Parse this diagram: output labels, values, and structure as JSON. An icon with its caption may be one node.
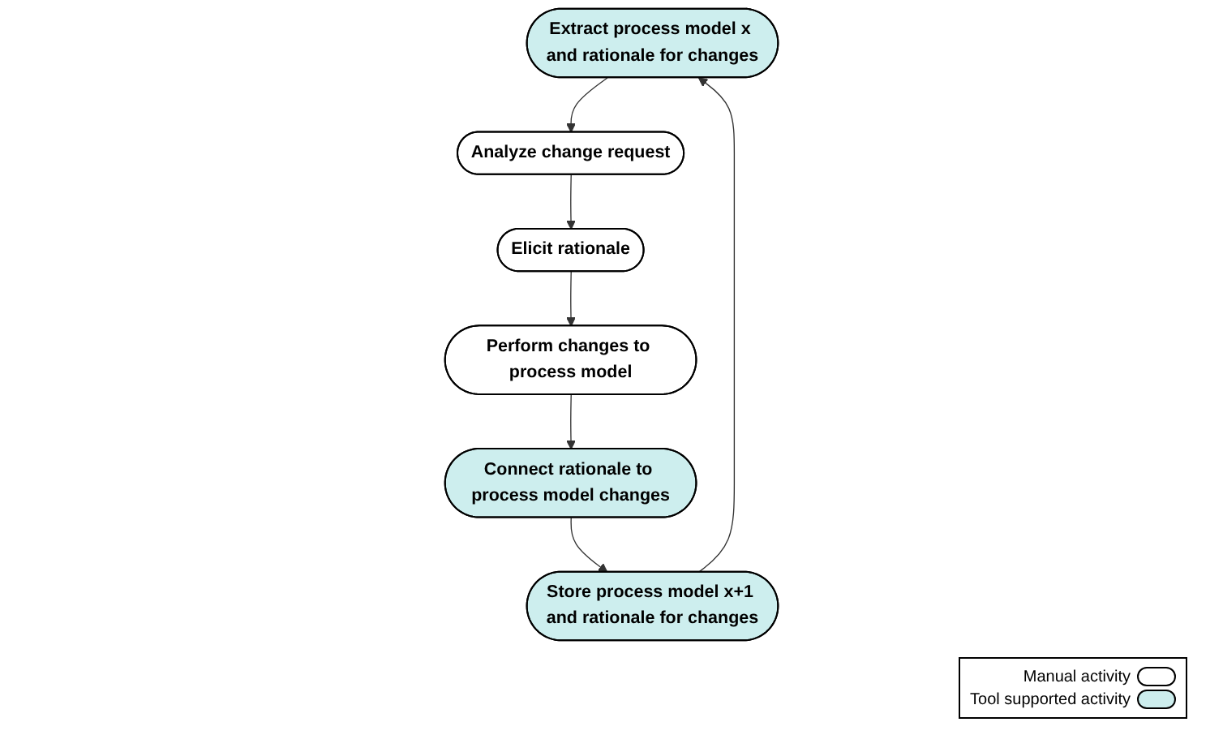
{
  "diagram": {
    "nodes": [
      {
        "text": [
          "Extract process model x and rationale for changes"
        ]
      },
      {
        "text": [
          "Store process model x+1 and rationale for changes"
        ]
      },
      {
        "text": [
          "Analyze change request"
        ]
      },
      {
        "text": [
          "Connect rationale to process model changes"
        ]
      },
      {
        "text": [
          "Elicit rationale"
        ]
      },
      {
        "text": [
          "Perform changes to process model"
        ]
      }
    ],
    "edges": [
      {
        "from": 0,
        "to": 2,
        "arrow": "to"
      },
      {
        "from": 2,
        "to": 4,
        "arrow": "to"
      },
      {
        "from": 4,
        "to": 5,
        "arrow": "to"
      },
      {
        "from": 5,
        "to": 3,
        "arrow": "to"
      },
      {
        "from": 3,
        "to": 1,
        "arrow": "to"
      },
      {
        "from": 1,
        "to": 0,
        "arrow": "to"
      }
    ],
    "legend": [
      {
        "text": "Manual activity",
        "color": "#ffffff"
      },
      {
        "text": "Tool supported activity",
        "color": "#cdeeee"
      }
    ]
  }
}
